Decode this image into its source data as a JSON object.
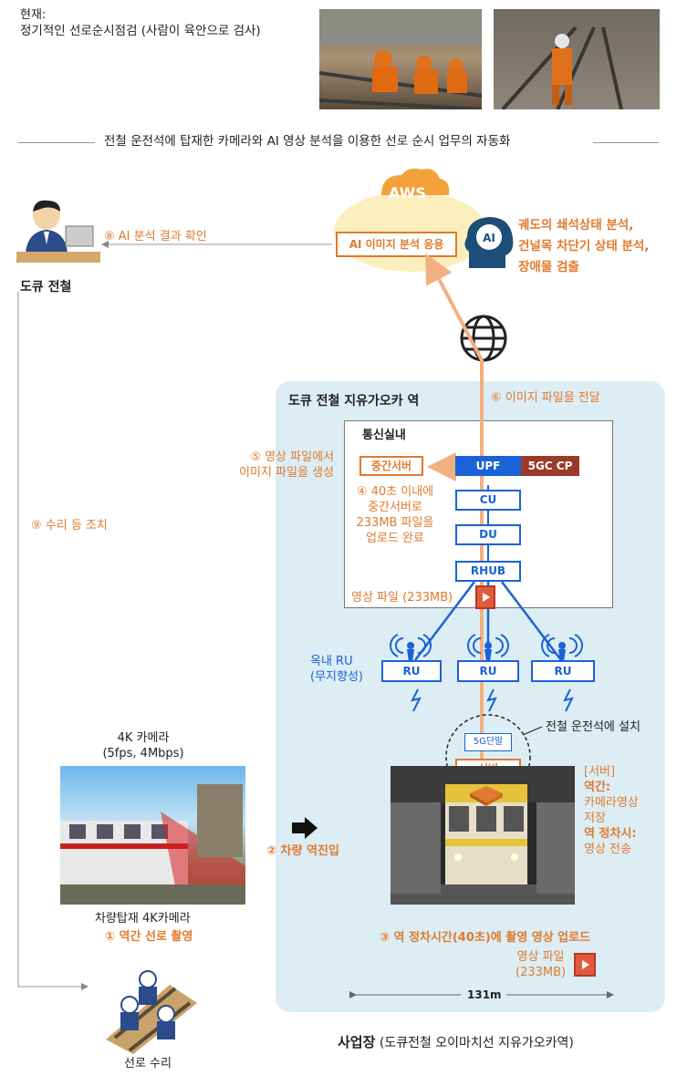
{
  "current": {
    "title": "현재:",
    "desc": "정기적인 선로순시점검 (사람이 육안으로 검사)"
  },
  "headline": "전철 운전석에 탑재한 카메라와 AI 영상 분석을 이용한 선로 순시 업무의 자동화",
  "aws": {
    "logo": "AWS",
    "app": "AI 이미지 분석 응용",
    "ai_badge": "AI",
    "result_lines": [
      "궤도의 쇄석상태 분석,",
      "건널목 차단기 상태 분석,",
      "장애물 검출"
    ]
  },
  "company": "도큐 전철",
  "steps": {
    "s8": "⑧  AI 분석 결과 확인",
    "s9": "⑨ 수리 등 조치",
    "s6": "⑥ 이미지 파일을 전달",
    "s5": [
      "⑤ 영상 파일에서",
      "이미지 파일을 생성"
    ],
    "s4": [
      "④ 40초 이내에",
      "중간서버로",
      "233MB 파일을",
      "업로드 완료"
    ],
    "s2": "② 차량 역진입",
    "s1": "① 역간 선로 촬영",
    "s3": "③ 역 정차시간(40초)에  촬영 영상 업로드"
  },
  "station": {
    "label": "도큐 전철 지유가오카 역",
    "comm_room": "통신실내",
    "mid_server": "중간서버",
    "upf": "UPF",
    "cp": "5GC CP",
    "cu": "CU",
    "du": "DU",
    "rhub": "RHUB",
    "video_file": "영상 파일 (233MB)",
    "ru": "RU",
    "indoor_ru": [
      "옥내 RU",
      "(무지향성)"
    ],
    "terminal": "5G단말",
    "server": "서버",
    "install_note": "전철 운전석에 설치",
    "server_desc": [
      "[서버]",
      "역간:",
      "카메라영상",
      "저장",
      "역 정차시:",
      "영상 전송"
    ],
    "video_file2": [
      "영상 파일",
      "(233MB)"
    ],
    "distance": "131m"
  },
  "camera": {
    "title": [
      "4K 카메라",
      "(5fps, 4Mbps)"
    ],
    "caption": "차량탑재 4K카메라"
  },
  "site": {
    "label": "사업장",
    "sub": " (도큐전철 오이마치선 지유가오카역)"
  },
  "repair": "선로 수리",
  "colors": {
    "orange": "#e07a2e",
    "blue": "#1a62d6",
    "station_bg": "#dcedf4",
    "cp": "#9b3a2c"
  }
}
